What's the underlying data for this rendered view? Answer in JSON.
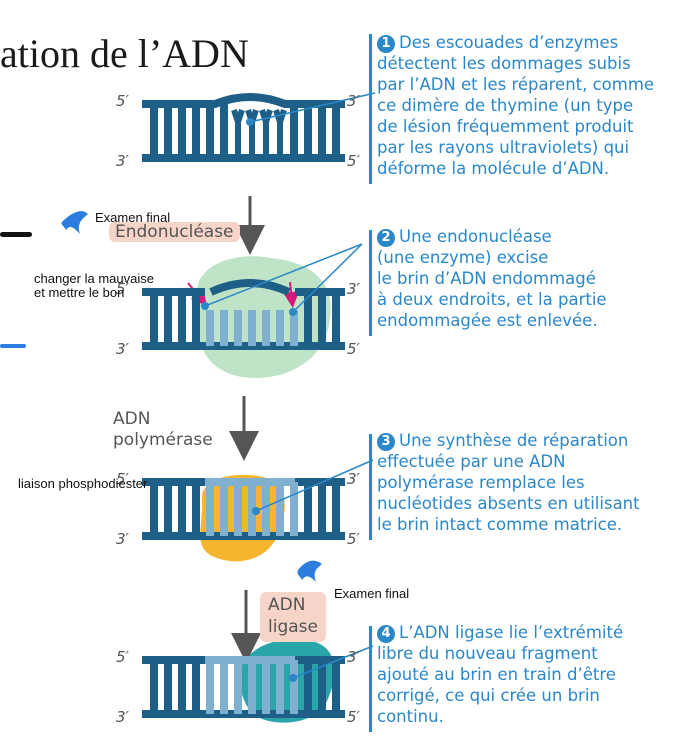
{
  "title": "ation de l’ADN",
  "strand_ends": {
    "five": "5′",
    "three": "3′"
  },
  "steps": [
    {
      "num": "1",
      "lines": [
        "Des escouades d’enzymes",
        "détectent les dommages subis",
        "par l’ADN et les réparent, comme",
        "ce dimère de thymine (un type",
        "de lésion fréquemment produit",
        "par les rayons ultraviolets) qui",
        "déforme la molécule d’ADN."
      ]
    },
    {
      "num": "2",
      "lines": [
        "Une endonucléase",
        "(une enzyme) excise",
        "le brin d’ADN endommagé",
        "à deux endroits, et la partie",
        "endommagée est enlevée."
      ]
    },
    {
      "num": "3",
      "lines": [
        "Une synthèse de réparation",
        "effectuée par une ADN",
        "polymérase remplace les",
        "nucléotides absents en utilisant",
        "le brin intact comme matrice."
      ]
    },
    {
      "num": "4",
      "lines": [
        "L’ADN ligase lie l’extrémité",
        "libre du nouveau fragment",
        "ajouté au brin en train d’être",
        "corrigé, ce qui crée un brin",
        "continu."
      ]
    }
  ],
  "enzymes": {
    "endonuclease": "Endonucléase",
    "polymerase_1": "ADN",
    "polymerase_2": "polymérase",
    "ligase_1": "ADN",
    "ligase_2": "ligase"
  },
  "annotations": {
    "exam_1": "Examen final",
    "exam_2": "Examen final",
    "change_1": "changer la mauvaise",
    "change_2": "et mettre le bon",
    "bond": "liaison phosphodiester"
  },
  "colors": {
    "text_blue": "#2a87c8",
    "dna_dark": "#1d5f86",
    "dna_light": "#7fb0d0",
    "endonuclease": "#bfe3c6",
    "polymerase": "#f5b52e",
    "ligase": "#2aa5a9",
    "highlight": "#f6d5c8",
    "annotation_pen": "#2d7de0",
    "annotation_arrow": "#d6197a"
  }
}
